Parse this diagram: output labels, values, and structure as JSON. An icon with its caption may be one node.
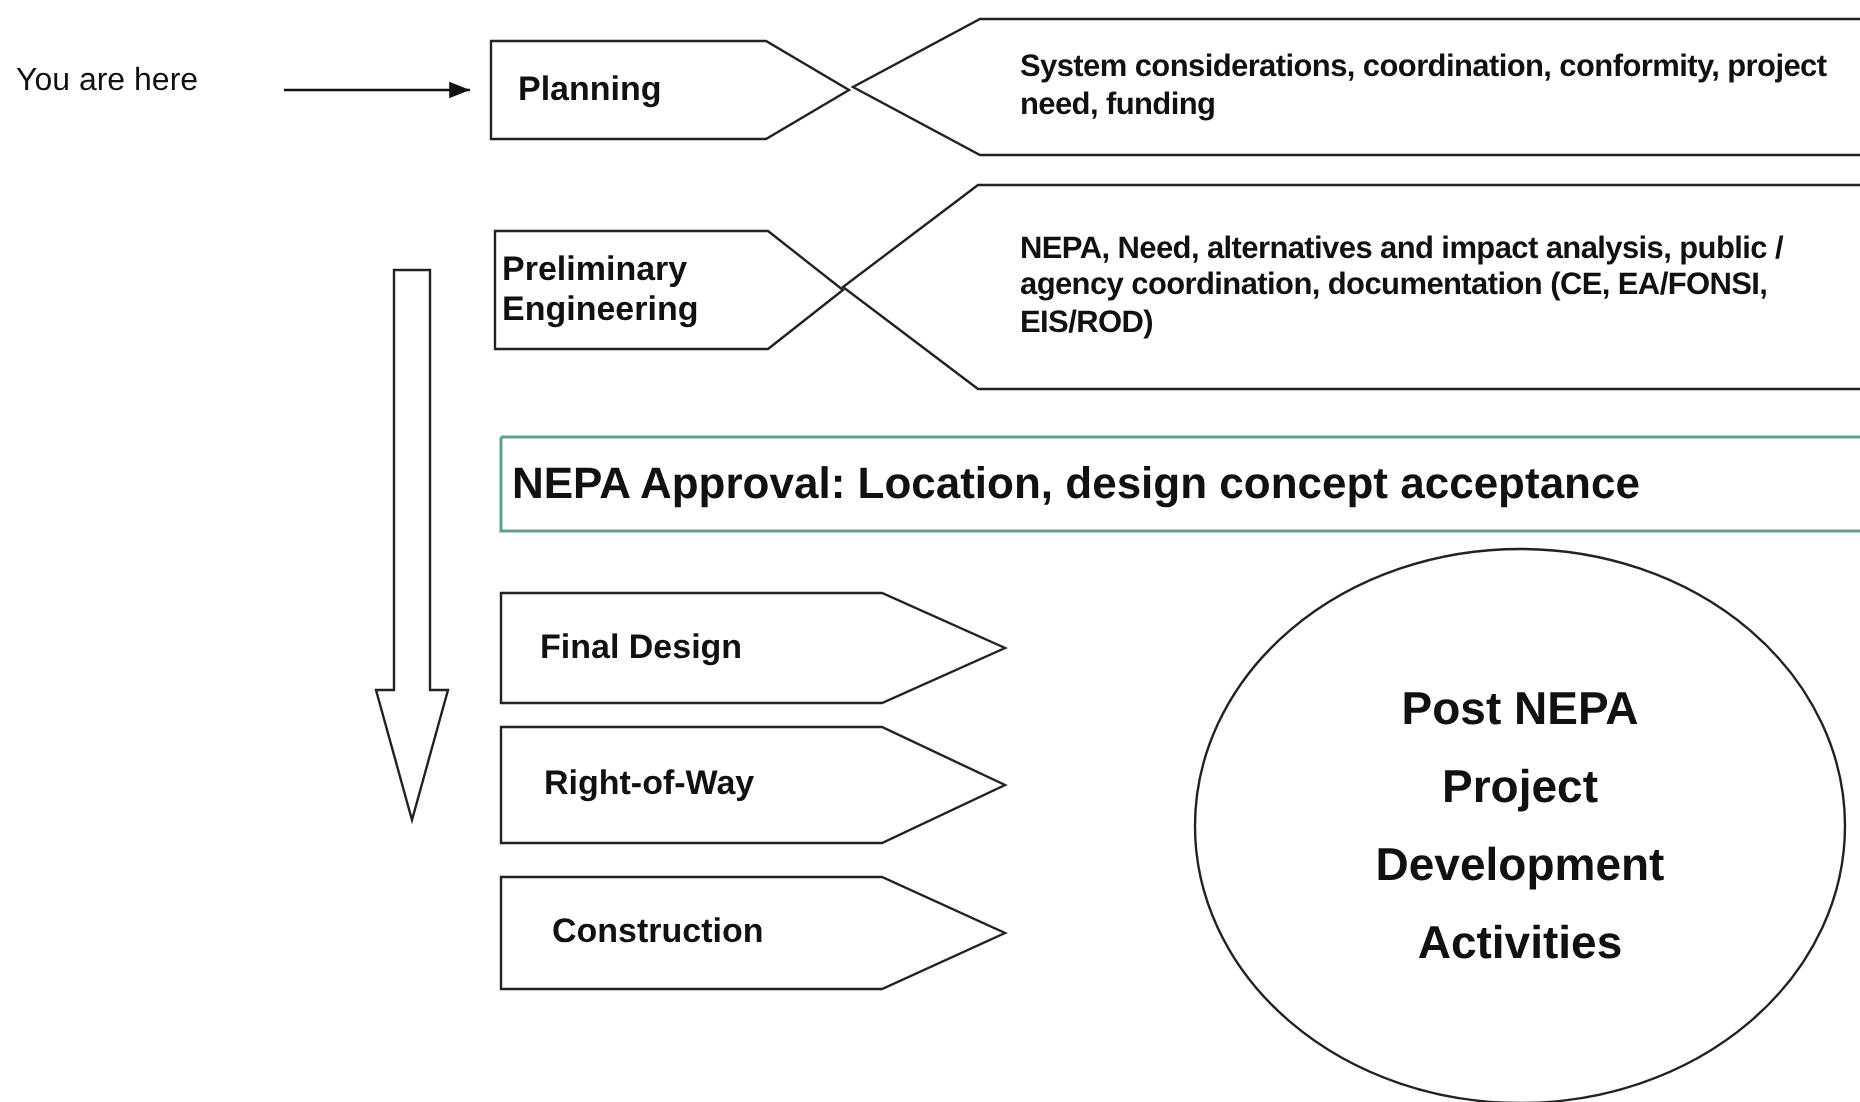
{
  "diagram": {
    "nodes": [
      {
        "text": [
          "You are here"
        ]
      },
      {
        "text": [
          "Planning"
        ]
      },
      {
        "text": [
          "System considerations, coordination, conformity, project need, funding"
        ]
      },
      {
        "text": [
          "Preliminary Engineering"
        ]
      },
      {
        "text": [
          "**NEPA,** Need, alternatives and impact analysis, public / agency coordination, documentation (CE, EA/FONSI, EIS/ROD)"
        ]
      },
      {
        "text": [
          "NEPA Approval: Location, design concept acceptance"
        ]
      },
      {
        "text": [
          "Final Design"
        ]
      },
      {
        "text": [
          "Right-of-Way"
        ]
      },
      {
        "text": [
          "Construction"
        ]
      },
      {
        "text": [
          "Post NEPA Project Development Activities"
        ]
      }
    ],
    "edges": [
      {
        "from": 0,
        "to": 1,
        "arrow": "to"
      }
    ]
  }
}
